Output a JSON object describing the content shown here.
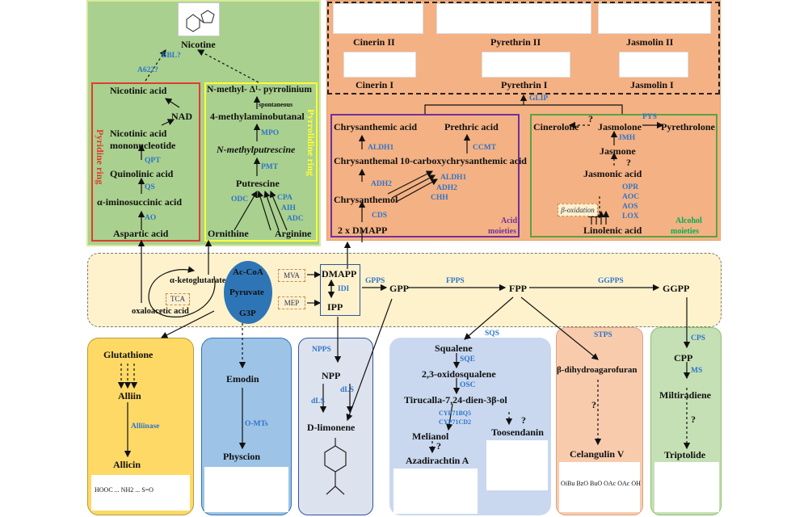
{
  "tobacco": {
    "nicotine": "Nicotine",
    "bbl": "BBL?",
    "a622": "A622?",
    "pyridine_label": "Pyridine ring",
    "pyrrolidine_label": "Pyrrolidine ring",
    "nicotinic_acid": "Nicotinic acid",
    "nad": "NAD",
    "namn_1": "Nicotinic acid",
    "namn_2": "mononucleotide",
    "qpt": "QPT",
    "quinolinic_acid": "Quinolinic acid",
    "qs": "QS",
    "iminosuccinic": "α-iminosuccinic acid",
    "ao": "AO",
    "aspartic": "Aspartic acid",
    "pyrrolinium": "N-methyl- Δ¹- pyrrolinium",
    "spontaneous": "spontaneous",
    "methylaminobutanal": "4-methylaminobutanal",
    "mpo": "MPO",
    "methylputrescine": "N-methylputrescine",
    "pmt": "PMT",
    "putrescine": "Putrescine",
    "odc": "ODC",
    "cpa": "CPA",
    "aih": "AIH",
    "adc": "ADC",
    "ornithine": "Ornithine",
    "arginine": "Arginine"
  },
  "pyrethrins": {
    "cinerin2": "Cinerin II",
    "pyrethrin2": "Pyrethrin II",
    "jasmolin2": "Jasmolin II",
    "cinerin1": "Cinerin I",
    "pyrethrin1": "Pyrethrin I",
    "jasmolin1": "Jasmolin I",
    "glip": "GLIP",
    "chrysanthemic": "Chrysanthemic acid",
    "prethric": "Prethric acid",
    "aldh1": "ALDH1",
    "ccmt": "CCMT",
    "chrysanthemal": "Chrysanthemal",
    "carboxy": "10-carboxychrysanthemic acid",
    "adh2": "ADH2",
    "aldh1_b": "ALDH1",
    "adh2_b": "ADH2",
    "chh": "CHH",
    "chrysanthemol": "Chrysanthemol",
    "cds": "CDS",
    "dmapp2": "2 x DMAPP",
    "acid_1": "Acid",
    "acid_2": "moieties",
    "cinerolone": "Cinerolone",
    "q1": "?",
    "jasmolone": "Jasmolone",
    "pys": "PYS",
    "pyrethrolone": "Pyrethrolone",
    "jmh": "JMH",
    "jasmone": "Jasmone",
    "q2": "?",
    "jasmonic": "Jasmonic acid",
    "opr": "OPR",
    "aoc": "AOC",
    "aos": "AOS",
    "lox": "LOX",
    "beta_ox": "β-oxidation",
    "linolenic": "Linolenic acid",
    "alcohol_1": "Alcohol",
    "alcohol_2": "moieties"
  },
  "core": {
    "ketoglutarate": "α-ketoglutarate",
    "tca": "TCA",
    "oxaloacetic": "oxaloacetic acid",
    "acetyl_coa": "Ac-CoA",
    "pyruvate": "Pyruvate",
    "g3p": "G3P",
    "mva": "MVA",
    "mep": "MEP",
    "dmapp": "DMAPP",
    "idi": "IDI",
    "ipp": "IPP",
    "gpps": "GPPS",
    "gpp": "GPP",
    "fpps": "FPPS",
    "fpp": "FPP",
    "ggpps": "GGPPS",
    "ggpp": "GGPP"
  },
  "garlic": {
    "glutathione": "Glutathione",
    "alliin": "Alliin",
    "alliinase": "Alliinase",
    "allicin": "Allicin",
    "allicin_struct": "HOOC ... NH2 ... S=O"
  },
  "emodin": {
    "emodin": "Emodin",
    "omts": "O-MTs",
    "physcion": "Physcion"
  },
  "limonene": {
    "npps": "NPPS",
    "npp": "NPP",
    "dls1": "dLS",
    "dls2": "dLS",
    "dlimonene": "D-limonene"
  },
  "triterpene": {
    "sqs": "SQS",
    "squalene": "Squalene",
    "sqe": "SQE",
    "oxidosqualene": "2,3-oxidosqualene",
    "osc": "OSC",
    "tirucalla": "Tirucalla-7,24-dien-3β-ol",
    "cyp1": "CYP71BQ5",
    "cyp2": "CYP71CD2",
    "q3": "?",
    "melianol": "Melianol",
    "q4": "?",
    "toosendanin": "Toosendanin",
    "azadirachtin": "Azadirachtin A"
  },
  "sesqui": {
    "stps": "STPS",
    "dihydro": "β-dihydroagarofuran",
    "q5": "?",
    "celangulin": "Celangulin V",
    "struct": "OiBu BzO BuO OAc OAc OH"
  },
  "diterpene": {
    "cps": "CPS",
    "cpp": "CPP",
    "ms": "MS",
    "miltiradiene": "Miltiradiene",
    "q6": "?",
    "triptolide": "Triptolide"
  },
  "colors": {
    "green_panel": "#a9d08e",
    "orange_panel": "#f4b183",
    "yellow_band": "#fef2cc",
    "enzyme_blue": "#2f75c9",
    "red_box": "#e03c31",
    "yellow_box": "#ffff33",
    "purple_box": "#7030a0",
    "green_box": "#5aa341"
  }
}
